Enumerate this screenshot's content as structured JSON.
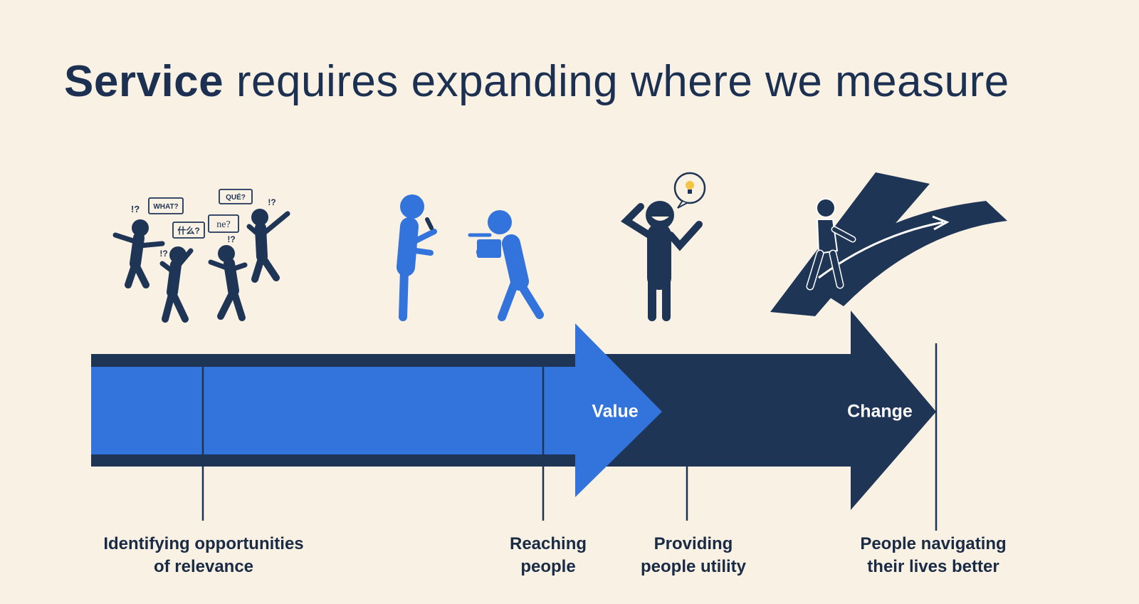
{
  "title": {
    "bold": "Service",
    "rest": "requires expanding where we measure"
  },
  "arrows": {
    "value_label": "Value",
    "change_label": "Change"
  },
  "stages": [
    {
      "line1": "Identifying opportunities",
      "line2": "of relevance"
    },
    {
      "line1": "Reaching",
      "line2": "people"
    },
    {
      "line1": "Providing",
      "line2": "people utility"
    },
    {
      "line1": "People navigating",
      "line2": "their lives better"
    }
  ],
  "bubbles": [
    "WHAT?",
    "什么?",
    "ne?",
    "QUÉ?",
    "!?"
  ],
  "colors": {
    "background": "#f9f1e3",
    "navy": "#1f3556",
    "blue": "#3273dc",
    "text": "#1a2b45"
  },
  "icons": [
    "confused-people-icon",
    "interview-icon",
    "idea-person-icon",
    "path-forward-icon"
  ]
}
